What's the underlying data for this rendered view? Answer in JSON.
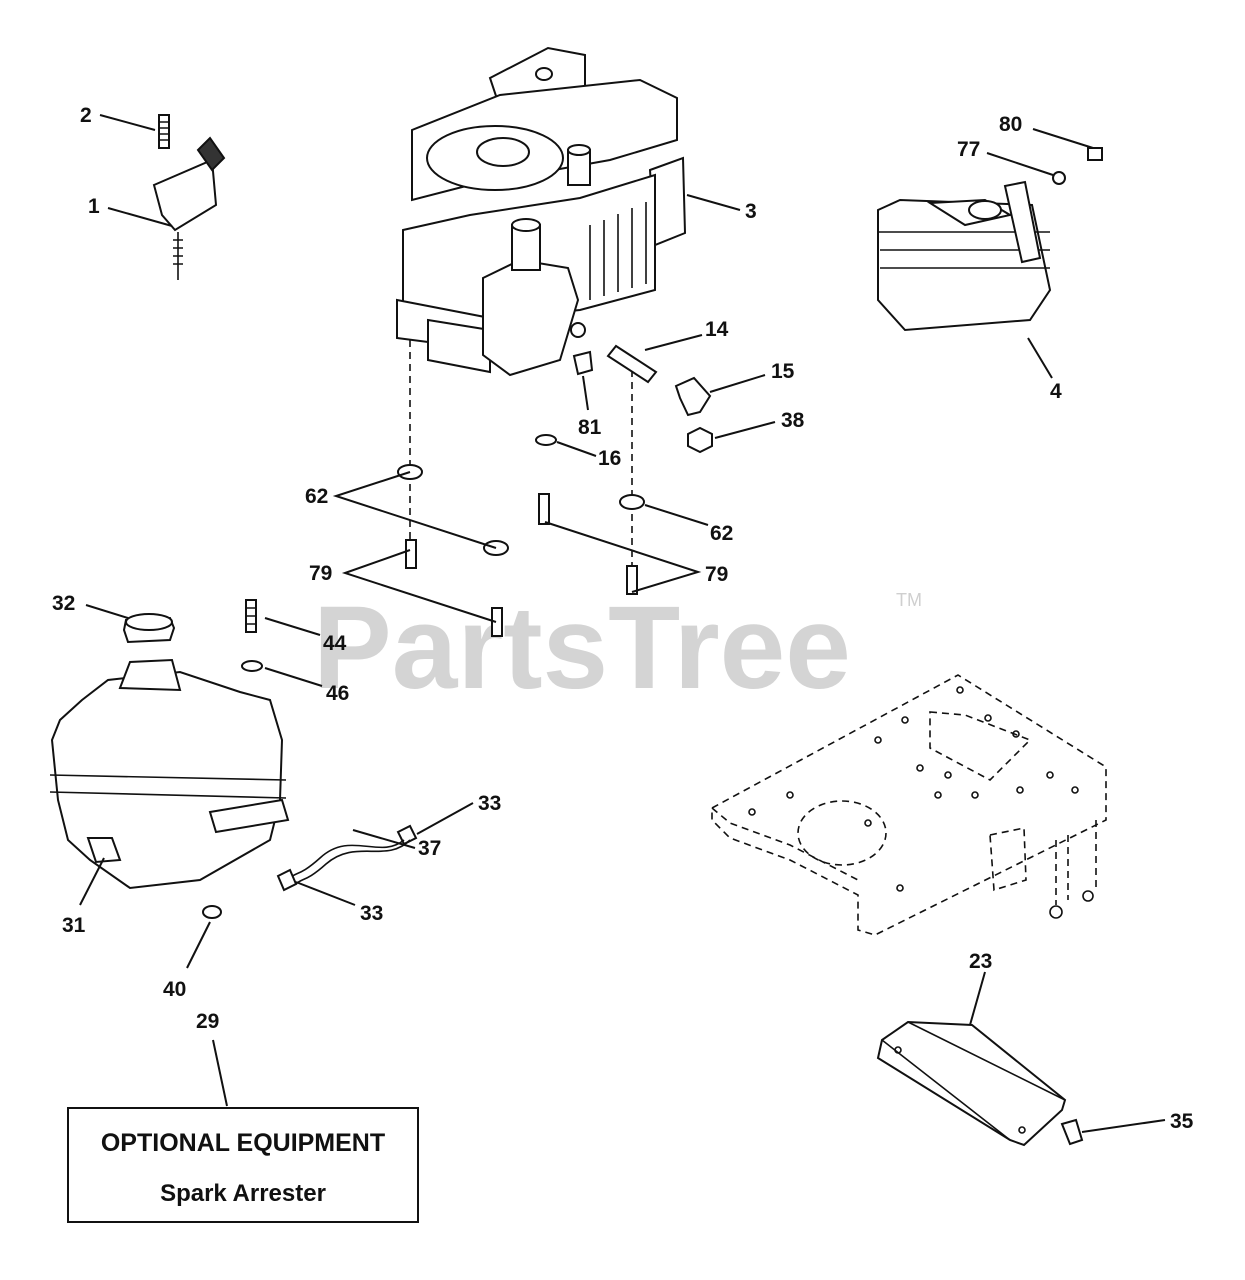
{
  "watermark": {
    "text": "PartsTree",
    "trademark": "TM"
  },
  "callouts": [
    {
      "id": "c-2",
      "text": "2"
    },
    {
      "id": "c-1",
      "text": "1"
    },
    {
      "id": "c-3",
      "text": "3"
    },
    {
      "id": "c-80",
      "text": "80"
    },
    {
      "id": "c-77",
      "text": "77"
    },
    {
      "id": "c-4",
      "text": "4"
    },
    {
      "id": "c-14",
      "text": "14"
    },
    {
      "id": "c-15",
      "text": "15"
    },
    {
      "id": "c-81",
      "text": "81"
    },
    {
      "id": "c-38",
      "text": "38"
    },
    {
      "id": "c-16",
      "text": "16"
    },
    {
      "id": "c-62a",
      "text": "62"
    },
    {
      "id": "c-62b",
      "text": "62"
    },
    {
      "id": "c-79a",
      "text": "79"
    },
    {
      "id": "c-79b",
      "text": "79"
    },
    {
      "id": "c-32",
      "text": "32"
    },
    {
      "id": "c-44",
      "text": "44"
    },
    {
      "id": "c-46",
      "text": "46"
    },
    {
      "id": "c-33a",
      "text": "33"
    },
    {
      "id": "c-37",
      "text": "37"
    },
    {
      "id": "c-33b",
      "text": "33"
    },
    {
      "id": "c-31",
      "text": "31"
    },
    {
      "id": "c-40",
      "text": "40"
    },
    {
      "id": "c-29",
      "text": "29"
    },
    {
      "id": "c-23",
      "text": "23"
    },
    {
      "id": "c-35",
      "text": "35"
    }
  ],
  "optional_box": {
    "line1": "OPTIONAL EQUIPMENT",
    "line2": "Spark Arrester"
  }
}
